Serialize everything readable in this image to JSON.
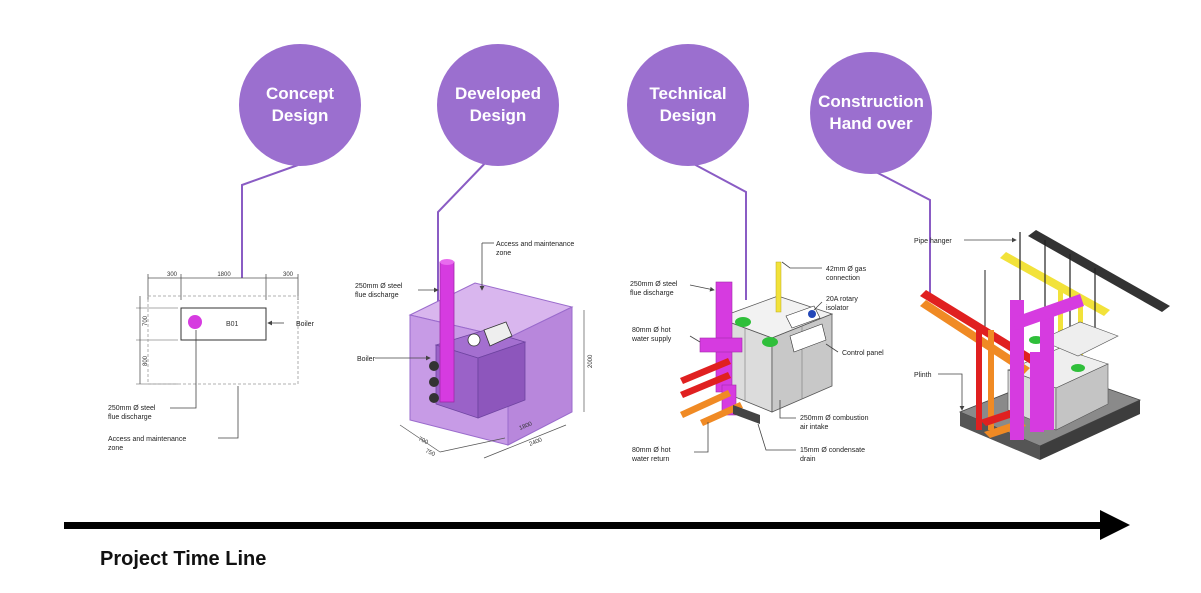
{
  "colors": {
    "stage_circle": "#9b6fcf",
    "connector": "#8a5cc4",
    "flue_pipe": "#d63be0",
    "maintenance_zone": "#c79be6",
    "red_pipe": "#e02020",
    "orange_pipe": "#f08a24",
    "yellow_pipe": "#f2e23a",
    "green_cap": "#2fbf3a",
    "dark_pipe": "#333333",
    "arrow": "#000000"
  },
  "stages": [
    {
      "label": "Concept\nDesign"
    },
    {
      "label": "Developed\nDesign"
    },
    {
      "label": "Technical\nDesign"
    },
    {
      "label": "Construction\nHand over"
    }
  ],
  "concept": {
    "dims": [
      "300",
      "1800",
      "300",
      "700",
      "800"
    ],
    "boiler_tag": "B01",
    "labels": {
      "boiler": "Boiler",
      "flue_1": "250mm Ø steel",
      "flue_2": "flue discharge",
      "zone_1": "Access and maintenance",
      "zone_2": "zone"
    }
  },
  "developed": {
    "dims": [
      "700",
      "1800",
      "2000",
      "750",
      "2400"
    ],
    "labels": {
      "zone_1": "Access and maintenance",
      "zone_2": "zone",
      "flue_1": "250mm Ø steel",
      "flue_2": "flue discharge",
      "boiler": "Boiler"
    }
  },
  "technical": {
    "labels": {
      "flue_1": "250mm Ø steel",
      "flue_2": "flue discharge",
      "gas_1": "42mm Ø gas",
      "gas_2": "connection",
      "isolator_1": "20A rotary",
      "isolator_2": "isolator",
      "supply_1": "80mm Ø hot",
      "supply_2": "water supply",
      "control": "Control panel",
      "intake_1": "250mm Ø combustion",
      "intake_2": "air intake",
      "drain_1": "15mm Ø condensate",
      "drain_2": "drain",
      "return_1": "80mm Ø hot",
      "return_2": "water return"
    }
  },
  "construction": {
    "labels": {
      "hanger": "Pipe hanger",
      "plinth": "Plinth"
    }
  },
  "timeline": {
    "label": "Project Time Line"
  }
}
